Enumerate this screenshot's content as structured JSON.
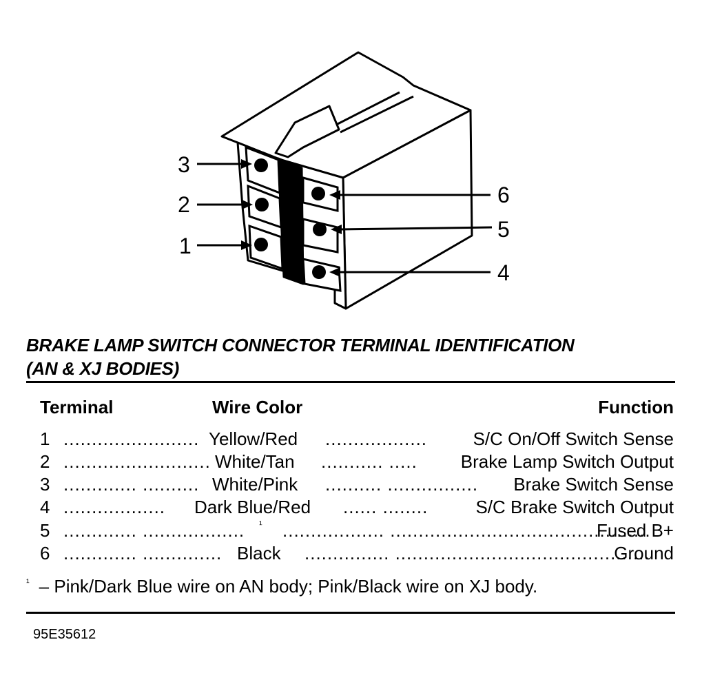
{
  "diagram": {
    "pin_labels": [
      "1",
      "2",
      "3",
      "4",
      "5",
      "6"
    ]
  },
  "title": {
    "line1": "BRAKE LAMP SWITCH CONNECTOR TERMINAL IDENTIFICATION",
    "line2": "(AN & XJ BODIES)"
  },
  "table": {
    "headers": {
      "terminal": "Terminal",
      "wire_color": "Wire Color",
      "function": "Function"
    },
    "rows": [
      {
        "terminal": "1",
        "lead_dots": "........................",
        "wire_color": "Yellow/Red",
        "trail_dots": "..................",
        "function": "S/C On/Off Switch Sense"
      },
      {
        "terminal": "2",
        "lead_dots": "..........................",
        "wire_color": "White/Tan",
        "trail_dots": "........... .....",
        "function": "Brake Lamp Switch Output"
      },
      {
        "terminal": "3",
        "lead_dots": "............. ..........",
        "wire_color": "White/Pink",
        "trail_dots": ".......... ................",
        "function": "Brake Switch Sense"
      },
      {
        "terminal": "4",
        "lead_dots": "..................",
        "wire_color": "Dark Blue/Red",
        "trail_dots": "...... ........",
        "function": "S/C Brake Switch Output"
      },
      {
        "terminal": "5",
        "lead_dots": "............. ..................",
        "wire_color": "¹",
        "trail_dots": ".................. ..............................................",
        "function": "Fused B+"
      },
      {
        "terminal": "6",
        "lead_dots": "............. ..............",
        "wire_color": "Black",
        "trail_dots": "............... .............................................",
        "function": "Ground"
      }
    ]
  },
  "footnote": {
    "marker": "¹",
    "text": "–  Pink/Dark Blue wire on AN body; Pink/Black wire on XJ body."
  },
  "figure_id": "95E35612"
}
